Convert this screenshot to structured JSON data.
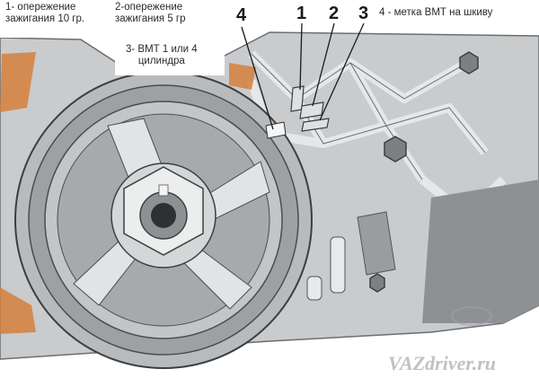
{
  "labels": {
    "advance_10": "1- опережение\nзажигания 10 гр.",
    "advance_5": "2-опережение\nзажигания 5 гр",
    "tdc_cyl": "3- ВМТ  1 или 4\nцилиндра",
    "tdc_pulley": "4 - метка ВМТ на шкиву"
  },
  "callouts": [
    "1",
    "2",
    "3",
    "4"
  ],
  "watermark": "VAZdriver.ru",
  "colors": {
    "engine_gray": "#c9cbcd",
    "dark_gray": "#5c5f62",
    "rib_light": "#e6e7e8",
    "gasket_orange": "#d5803c",
    "pulley_face": "#a7aaad"
  }
}
